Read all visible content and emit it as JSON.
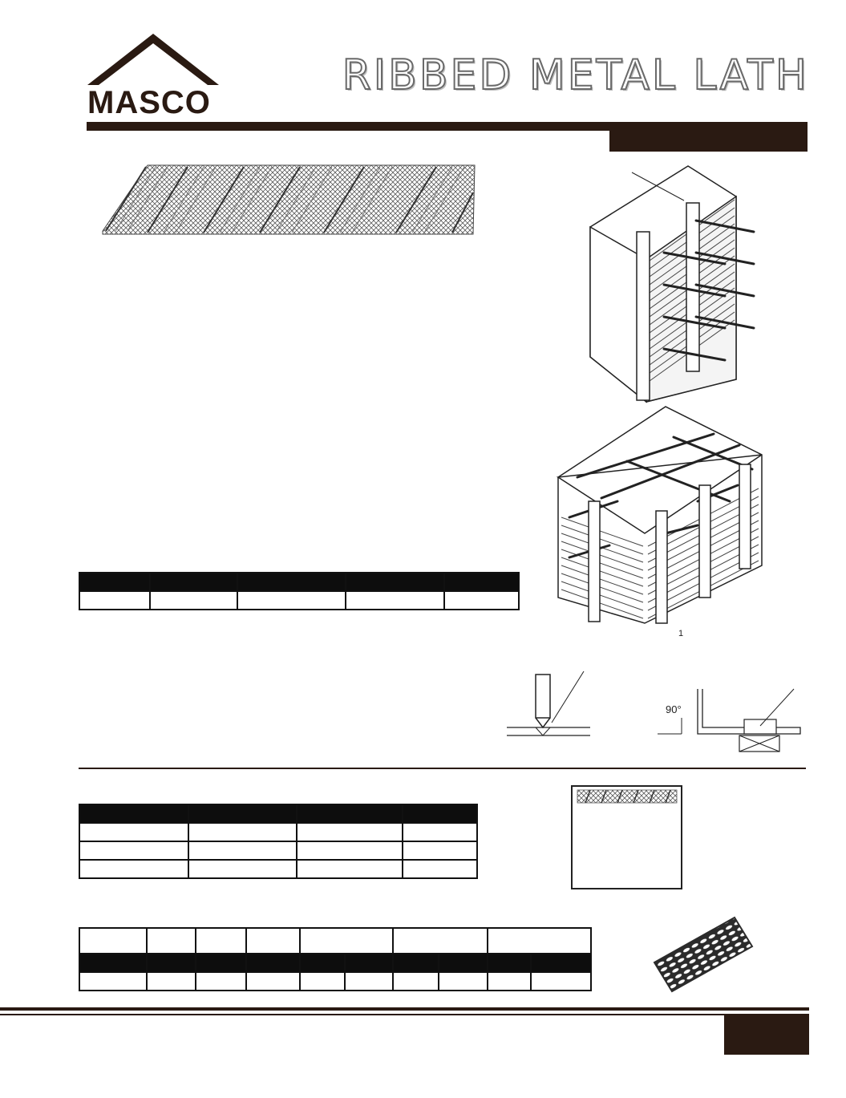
{
  "brand": {
    "name": "MASCO",
    "color_dark": "#2a1a12"
  },
  "header": {
    "title": "RIBBED METAL LATH"
  },
  "figures": {
    "bend_angle_label": "90°",
    "column_note_mark": "1"
  },
  "tables": {
    "table_1": {
      "columns": 5,
      "rows": 1
    },
    "table_2": {
      "columns": 4,
      "rows": 3
    },
    "table_3": {
      "top_groups": 7,
      "columns": 10,
      "rows": 1
    }
  }
}
